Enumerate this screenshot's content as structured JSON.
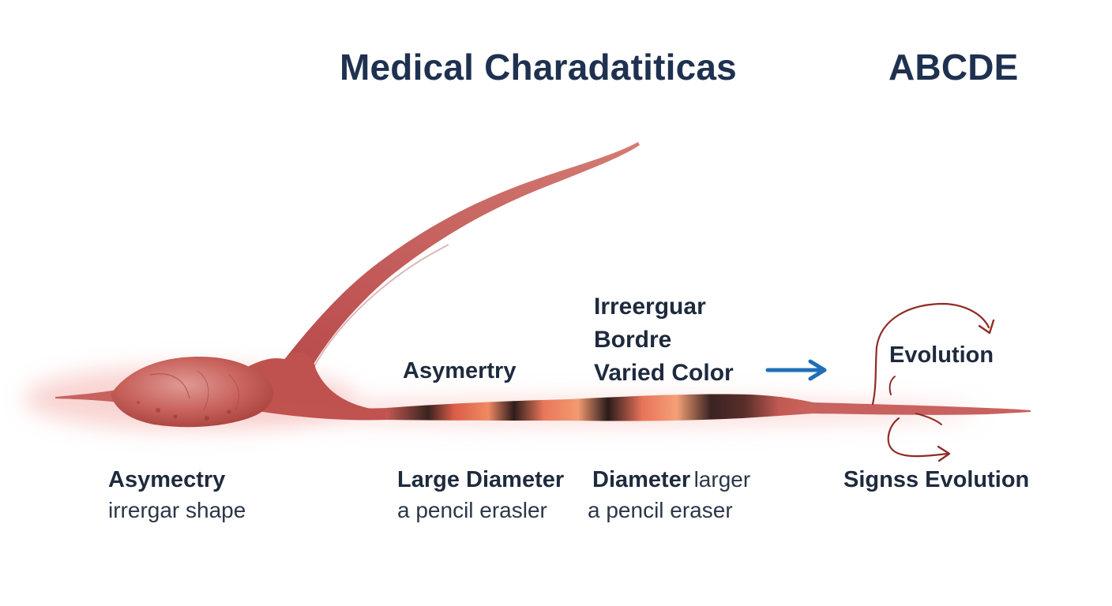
{
  "header": {
    "title": "Medical Charadatiticas",
    "acronym": "ABCDE"
  },
  "diagram": {
    "mid_labels": {
      "asymmetry": "Asymertry",
      "irregular_line1": "Irreerguar",
      "irregular_line2": "Bordre",
      "varied_color": "Varied Color",
      "evolution": "Evolution"
    },
    "bottom_labels": [
      {
        "title": "Asymectry",
        "subtitle": "irrergar shape"
      },
      {
        "title": "Large Diameter",
        "subtitle": "a pencil erasler"
      },
      {
        "title": "Diameter",
        "title_suffix": "larger",
        "subtitle": "a pencil eraser"
      },
      {
        "title": "Signss Evolution"
      }
    ],
    "colors": {
      "vessel": "#c65a58",
      "vessel_dark": "#9e3432",
      "glow": "#f4b7b5",
      "arrow_blue": "#1f6fb8",
      "arrow_red": "#8e2c25",
      "text_dark": "#1f3150"
    }
  }
}
